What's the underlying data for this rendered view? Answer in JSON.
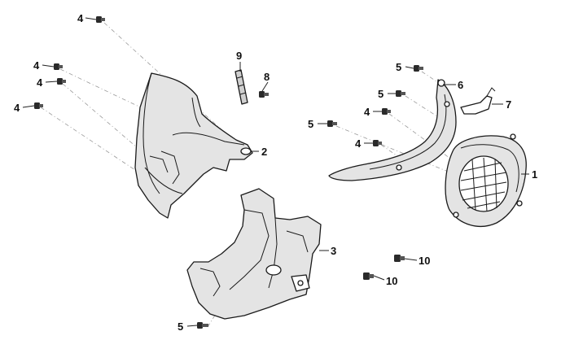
{
  "callouts": {
    "c1": "1",
    "c2": "2",
    "c3": "3",
    "c4a": "4",
    "c4b": "4",
    "c4c": "4",
    "c4d": "4",
    "c4e": "4",
    "c4f": "4",
    "c5a": "5",
    "c5b": "5",
    "c5c": "5",
    "c5d": "5",
    "c6": "6",
    "c7": "7",
    "c8": "8",
    "c9": "9",
    "c10a": "10",
    "c10b": "10"
  },
  "colors": {
    "line": "#1a1a1a",
    "shade": "#e4e4e4",
    "background": "#ffffff"
  }
}
